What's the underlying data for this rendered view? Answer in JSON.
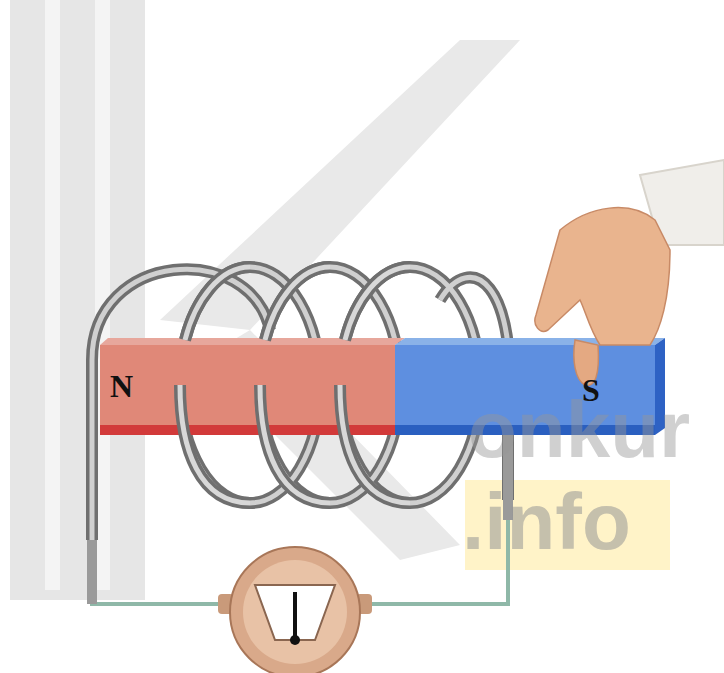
{
  "diagram": {
    "labels": [
      "N",
      "S",
      "onkur",
      ".info"
    ]
  }
}
